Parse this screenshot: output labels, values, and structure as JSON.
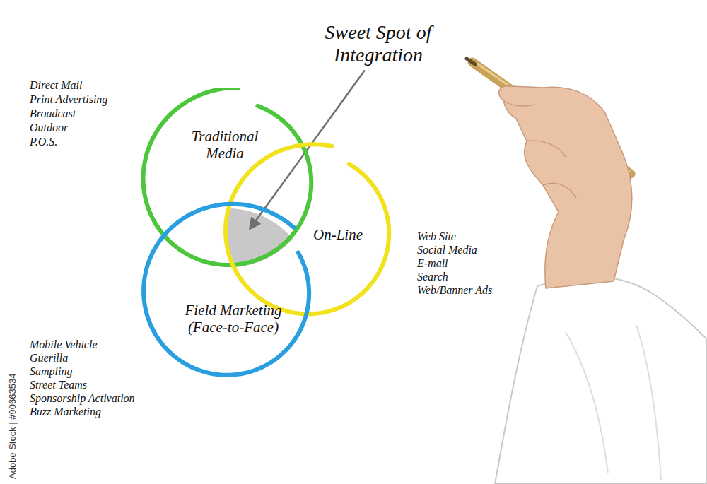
{
  "diagram": {
    "title": "Sweet Spot of Integration",
    "nodes": [
      {
        "text": [
          "Traditional Media"
        ]
      },
      {
        "text": [
          "On-Line"
        ]
      },
      {
        "text": [
          "Field Marketing (Face-to-Face)"
        ]
      }
    ],
    "labels": [
      "Direct Mail",
      "Print Advertising",
      "Broadcast",
      "Outdoor",
      "P.O.S.",
      "Web Site",
      "Social Media",
      "E-mail",
      "Search",
      "Web/Banner Ads",
      "Mobile Vehicle",
      "Guerilla",
      "Sampling",
      "Street Teams",
      "Sponsorship Activation",
      "Buzz Marketing",
      "Adobe Stock | #90663534"
    ]
  }
}
